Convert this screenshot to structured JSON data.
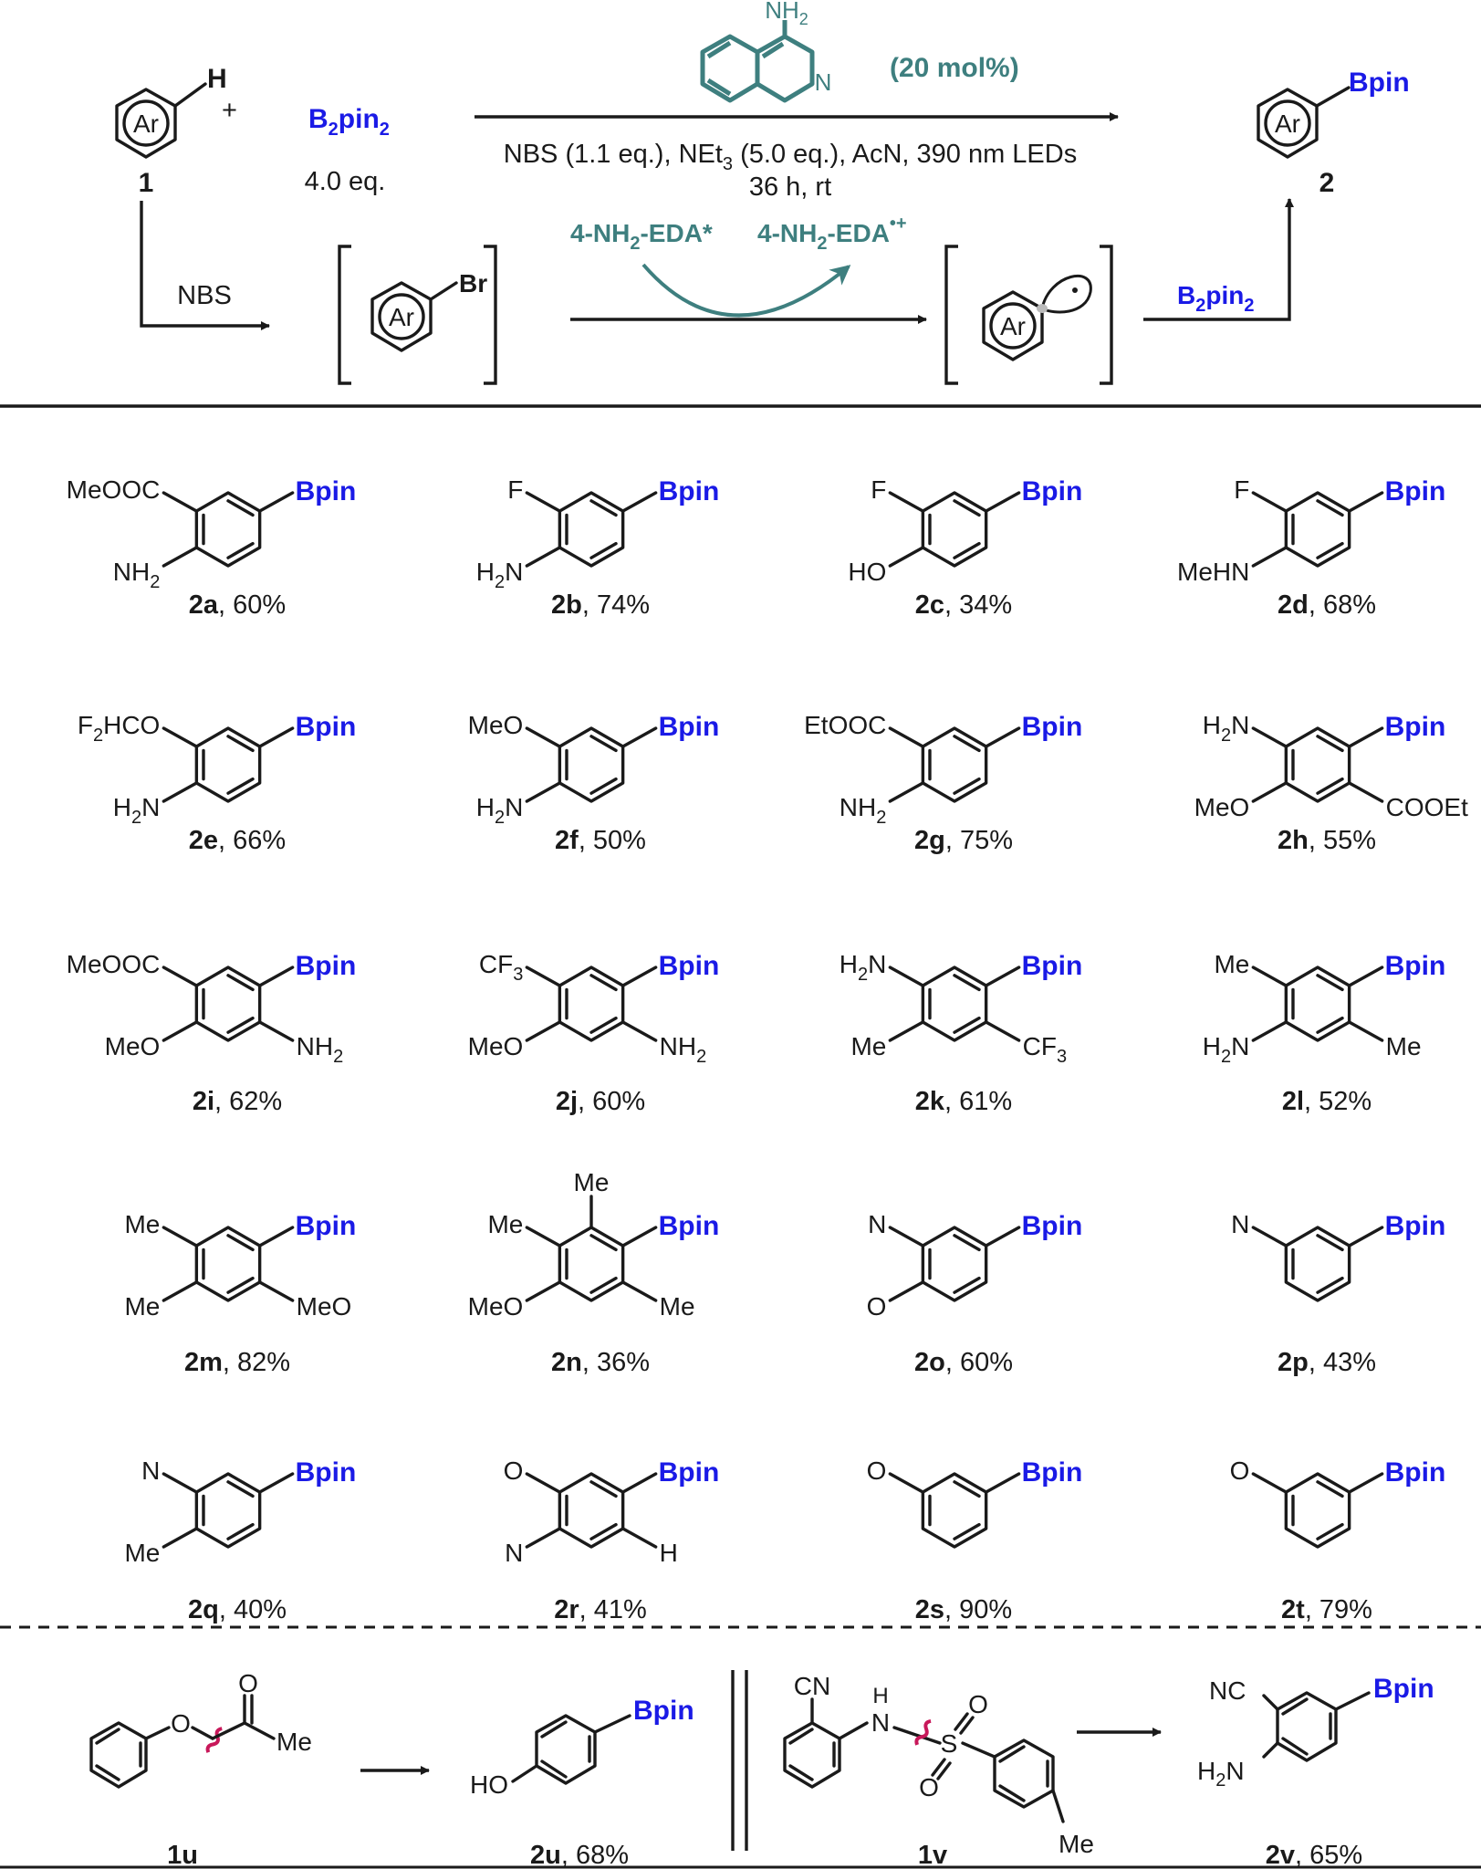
{
  "colors": {
    "ink": "#1a1a1a",
    "boron": "#1a1ae6",
    "catalyst": "#3e7f7f",
    "cleavage": "#c8185a"
  },
  "header": {
    "ar": "Ar",
    "h": "H",
    "plus": "+",
    "sm_label": "1",
    "reagent": "B2pin2",
    "reagent_eq": "4.0 eq.",
    "catalyst_nh2": "NH2",
    "catalyst_n": "N",
    "catalyst_loading": "(20 mol%)",
    "conditions_line1": "NBS (1.1 eq.), NEt3 (5.0 eq.), AcN, 390 nm LEDs",
    "conditions_line2": "36 h, rt",
    "product_bpin": "Bpin",
    "product_label": "2"
  },
  "mechanism": {
    "nbs": "NBS",
    "br": "Br",
    "eda_excited": "4-NH2-EDA*",
    "eda_radical_cation": "4-NH2-EDA•+",
    "b2pin2": "B2pin2"
  },
  "products": [
    {
      "id": "2a",
      "yield": ", 60%",
      "labels": [
        "MeOOC",
        "Bpin",
        "NH2"
      ]
    },
    {
      "id": "2b",
      "yield": ", 74%",
      "labels": [
        "F",
        "Bpin",
        "H2N"
      ]
    },
    {
      "id": "2c",
      "yield": ", 34%",
      "labels": [
        "F",
        "Bpin",
        "HO"
      ]
    },
    {
      "id": "2d",
      "yield": ", 68%",
      "labels": [
        "F",
        "Bpin",
        "MeHN"
      ]
    },
    {
      "id": "2e",
      "yield": ", 66%",
      "labels": [
        "F2HCO",
        "Bpin",
        "H2N"
      ]
    },
    {
      "id": "2f",
      "yield": ", 50%",
      "labels": [
        "MeO",
        "Bpin",
        "H2N"
      ]
    },
    {
      "id": "2g",
      "yield": ", 75%",
      "labels": [
        "EtOOC",
        "Bpin",
        "NH2"
      ]
    },
    {
      "id": "2h",
      "yield": ", 55%",
      "labels": [
        "Bpin",
        "H2N",
        "MeO",
        "COOEt"
      ]
    },
    {
      "id": "2i",
      "yield": ", 62%",
      "labels": [
        "MeOOC",
        "Bpin",
        "MeO",
        "NH2"
      ]
    },
    {
      "id": "2j",
      "yield": ", 60%",
      "labels": [
        "CF3",
        "Bpin",
        "MeO",
        "NH2"
      ]
    },
    {
      "id": "2k",
      "yield": ", 61%",
      "labels": [
        "Bpin",
        "H2N",
        "Me",
        "CF3"
      ]
    },
    {
      "id": "2l",
      "yield": ", 52%",
      "labels": [
        "Me",
        "Bpin",
        "H2N",
        "Me"
      ]
    },
    {
      "id": "2m",
      "yield": ", 82%",
      "labels": [
        "Me",
        "Me",
        "Bpin",
        "MeO"
      ]
    },
    {
      "id": "2n",
      "yield": ", 36%",
      "labels": [
        "Me",
        "Bpin",
        "MeO",
        "Me",
        "Me"
      ]
    },
    {
      "id": "2o",
      "yield": ", 60%",
      "labels": [
        "Bpin",
        "N",
        "O"
      ]
    },
    {
      "id": "2p",
      "yield": ", 43%",
      "labels": [
        "Bpin",
        "N"
      ]
    },
    {
      "id": "2q",
      "yield": ", 40%",
      "labels": [
        "Bpin",
        "N",
        "Me"
      ]
    },
    {
      "id": "2r",
      "yield": ", 41%",
      "labels": [
        "O",
        "Bpin",
        "N",
        "H"
      ]
    },
    {
      "id": "2s",
      "yield": ", 90%",
      "labels": [
        "Bpin",
        "O"
      ]
    },
    {
      "id": "2t",
      "yield": ", 79%",
      "labels": [
        "Bpin",
        "O"
      ]
    }
  ],
  "bottom": {
    "sm_1u": {
      "label": "1u",
      "atoms": [
        "O",
        "O",
        "Me"
      ]
    },
    "product_2u": {
      "id": "2u",
      "yield": ", 68%",
      "labels": [
        "Bpin",
        "HO"
      ]
    },
    "sm_1v": {
      "label": "1v",
      "atoms": [
        "CN",
        "H",
        "N",
        "S",
        "O",
        "O",
        "Me"
      ]
    },
    "product_2v": {
      "id": "2v",
      "yield": ", 65%",
      "labels": [
        "NC",
        "Bpin",
        "H2N"
      ]
    }
  }
}
